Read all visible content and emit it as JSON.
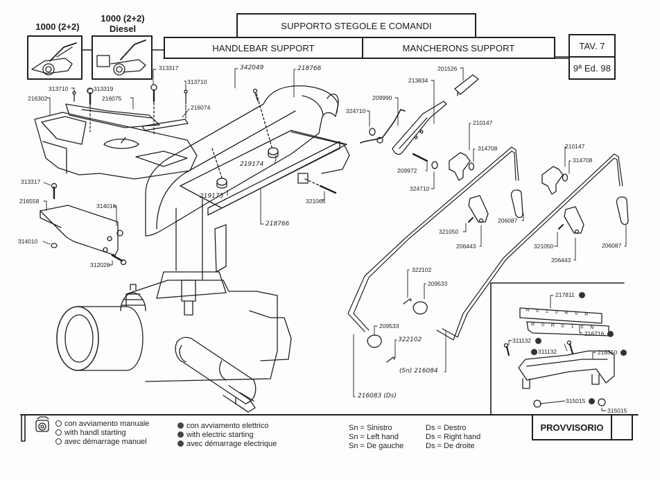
{
  "header": {
    "title_it": "SUPPORTO STEGOLE E COMANDI",
    "title_en": "HANDLEBAR SUPPORT",
    "title_fr": "MANCHERONS SUPPORT",
    "plate": "TAV. 7",
    "edition": "9ª Ed. 98"
  },
  "models": [
    {
      "label": "1000 (2+2)",
      "sublabel": ""
    },
    {
      "label": "1000 (2+2)",
      "sublabel": "Diesel"
    }
  ],
  "part_numbers": {
    "p313317a": "313317",
    "p313710a": "313710",
    "p313319": "313319",
    "p216302": "216302",
    "p216075": "216075",
    "p313710b": "313710",
    "p216074": "216074",
    "p342049": "342049",
    "p218766a": "218766",
    "p219174": "219174",
    "p219175": "219175",
    "p321066": "321066",
    "p218766b": "218766",
    "p313317b": "313317",
    "p216558": "216558",
    "p314016": "314016",
    "p314010": "314010",
    "p312028": "312028",
    "p201526": "201526",
    "p213834": "213834",
    "p209990": "209990",
    "p324710a": "324710",
    "p209972": "209972",
    "p324710b": "324710",
    "p210147a": "210147",
    "p314708a": "314708",
    "p210147b": "210147",
    "p314708b": "314708",
    "p206087a": "206087",
    "p206087b": "206087",
    "p321050a": "321050",
    "p206443a": "206443",
    "p321050b": "321050",
    "p206443b": "206443",
    "p322102a": "322102",
    "p209533a": "209533",
    "p209533b": "209533",
    "p322102b": "322102",
    "p216084": "(Sn) 216084",
    "p216083": "216083 (Ds)",
    "p217811": "217811",
    "p216716": "216716",
    "p311132a": "311132",
    "p311132b": "311132",
    "p216550": "216550",
    "p315015a": "315015",
    "p315015b": "315015"
  },
  "shift_plate_letters": {
    "top": "N 0 1 0 R 0 R",
    "bottom": "R 0 R 0 1 0 N"
  },
  "legend": {
    "manual": [
      "con avviamento manuale",
      "with handl starting",
      "avec démarrage manuel"
    ],
    "electric": [
      "con avviamento elettrico",
      "with electric starting",
      "avec démarrage electrique"
    ],
    "sides": [
      {
        "sn": "Sn = Sinistro",
        "ds": "Ds = Destro"
      },
      {
        "sn": "Sn = Left hand",
        "ds": "Ds = Right hand"
      },
      {
        "sn": "Sn = De gauche",
        "ds": "Ds = De droite"
      }
    ],
    "status": "PROVVISORIO"
  },
  "colors": {
    "ink": "#1e1e1e",
    "paper": "#fdfdfb",
    "electric_marker": "#333333"
  }
}
